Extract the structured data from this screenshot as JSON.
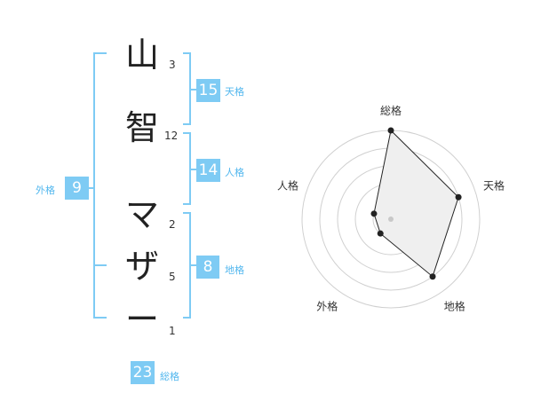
{
  "name": {
    "chars": [
      {
        "char": "山",
        "strokes": "3"
      },
      {
        "char": "智",
        "strokes": "12"
      },
      {
        "char": "マ",
        "strokes": "2"
      },
      {
        "char": "ザ",
        "strokes": "5"
      },
      {
        "char": "ー",
        "strokes": "1"
      }
    ]
  },
  "kakaku": {
    "tenkaku": {
      "value": "15",
      "label": "天格"
    },
    "jinkaku": {
      "value": "14",
      "label": "人格"
    },
    "chikaku": {
      "value": "8",
      "label": "地格"
    },
    "gaikaku": {
      "value": "9",
      "label": "外格"
    },
    "soukaku": {
      "value": "23",
      "label": "総格"
    }
  },
  "colors": {
    "accent": "#7ecbf4",
    "bracket": "#7ecbf4",
    "label": "#52b7ee"
  },
  "chart_data": {
    "type": "radar",
    "axes": [
      "総格",
      "天格",
      "地格",
      "外格",
      "人格"
    ],
    "values": [
      5,
      4,
      4,
      1,
      1
    ],
    "max": 5,
    "rings": 5,
    "grid": true
  }
}
